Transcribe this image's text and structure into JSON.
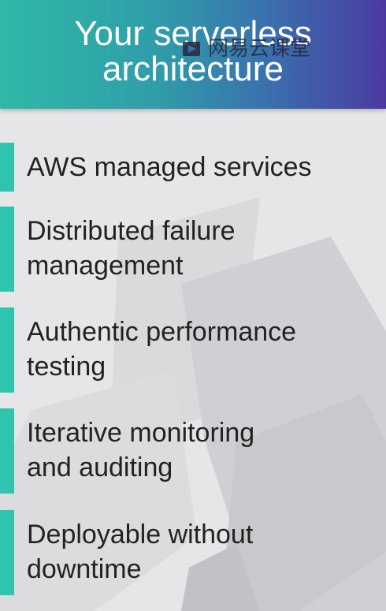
{
  "title": {
    "line1": "Your serverless",
    "line2": "architecture"
  },
  "watermark": {
    "text": "网易云课堂",
    "icon": "netease-classroom-logo-icon"
  },
  "items": [
    {
      "text": "AWS managed services"
    },
    {
      "text": "Distributed failure\nmanagement"
    },
    {
      "text": "Authentic performance\ntesting"
    },
    {
      "text": "Iterative monitoring\nand auditing"
    },
    {
      "text": "Deployable without\ndowntime"
    }
  ],
  "colors": {
    "accent": "#2ec4b0",
    "header_start": "#2fb8a8",
    "header_end": "#4a3aa0",
    "text": "#222222",
    "background": "#e9e9eb"
  }
}
